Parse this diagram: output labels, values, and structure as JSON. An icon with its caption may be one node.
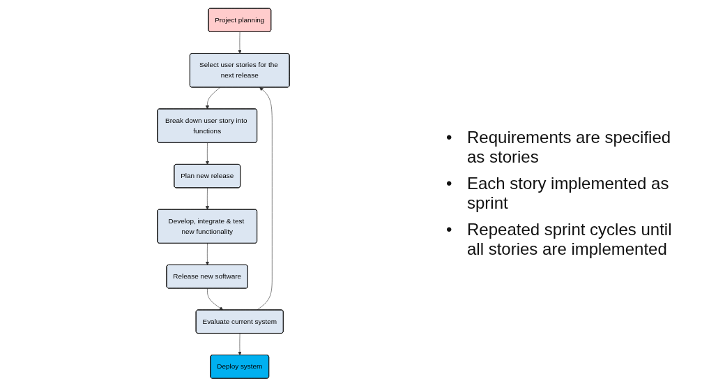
{
  "diagram": {
    "nodes": [
      {
        "text": [
          "Project planning"
        ]
      },
      {
        "text": [
          "Select user stories for the next release"
        ]
      },
      {
        "text": [
          "Break down user story into functions"
        ]
      },
      {
        "text": [
          "Plan new release"
        ]
      },
      {
        "text": [
          "Develop, integrate & test new functionality"
        ]
      },
      {
        "text": [
          "Release new software"
        ]
      },
      {
        "text": [
          "Evaluate current system"
        ]
      },
      {
        "text": [
          "Deploy system"
        ]
      }
    ],
    "edges": [
      {
        "from": 0,
        "to": 1,
        "arrow": "to"
      },
      {
        "from": 1,
        "to": 2,
        "arrow": "to"
      },
      {
        "from": 2,
        "to": 3,
        "arrow": "to"
      },
      {
        "from": 3,
        "to": 4,
        "arrow": "to"
      },
      {
        "from": 4,
        "to": 5,
        "arrow": "to"
      },
      {
        "from": 5,
        "to": 6,
        "arrow": "to"
      },
      {
        "from": 6,
        "to": 1,
        "arrow": "to"
      },
      {
        "from": 6,
        "to": 7,
        "arrow": "to"
      }
    ],
    "labels": [
      "•",
      "Requirements are specified as stories",
      "•",
      "Each story implemented as sprint",
      "•",
      "Repeated sprint cycles until all stories are implemented"
    ]
  }
}
